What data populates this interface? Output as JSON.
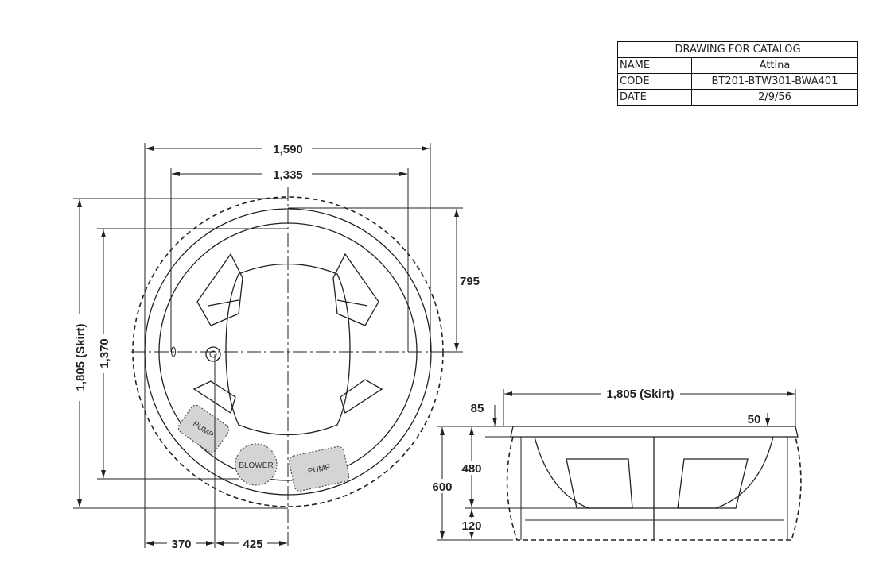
{
  "title_block": {
    "heading": "DRAWING FOR CATALOG",
    "rows": [
      {
        "label": "NAME",
        "value": "Attina"
      },
      {
        "label": "CODE",
        "value": "BT201-BTW301-BWA401"
      },
      {
        "label": "DATE",
        "value": "2/9/56"
      }
    ]
  },
  "plan_view": {
    "dims": {
      "outer_width": "1,590",
      "inner_width": "1,335",
      "skirt_height": "1,805 (Skirt)",
      "inner_height": "1,370",
      "half_depth": "795",
      "offset_left": "370",
      "offset_center": "425"
    },
    "components": {
      "pump_left": "PUMP",
      "blower": "BLOWER",
      "pump_right": "PUMP"
    }
  },
  "side_view": {
    "dims": {
      "skirt_width": "1,805 (Skirt)",
      "rim": "85",
      "lip": "50",
      "depth": "480",
      "height": "600",
      "base": "120"
    }
  }
}
